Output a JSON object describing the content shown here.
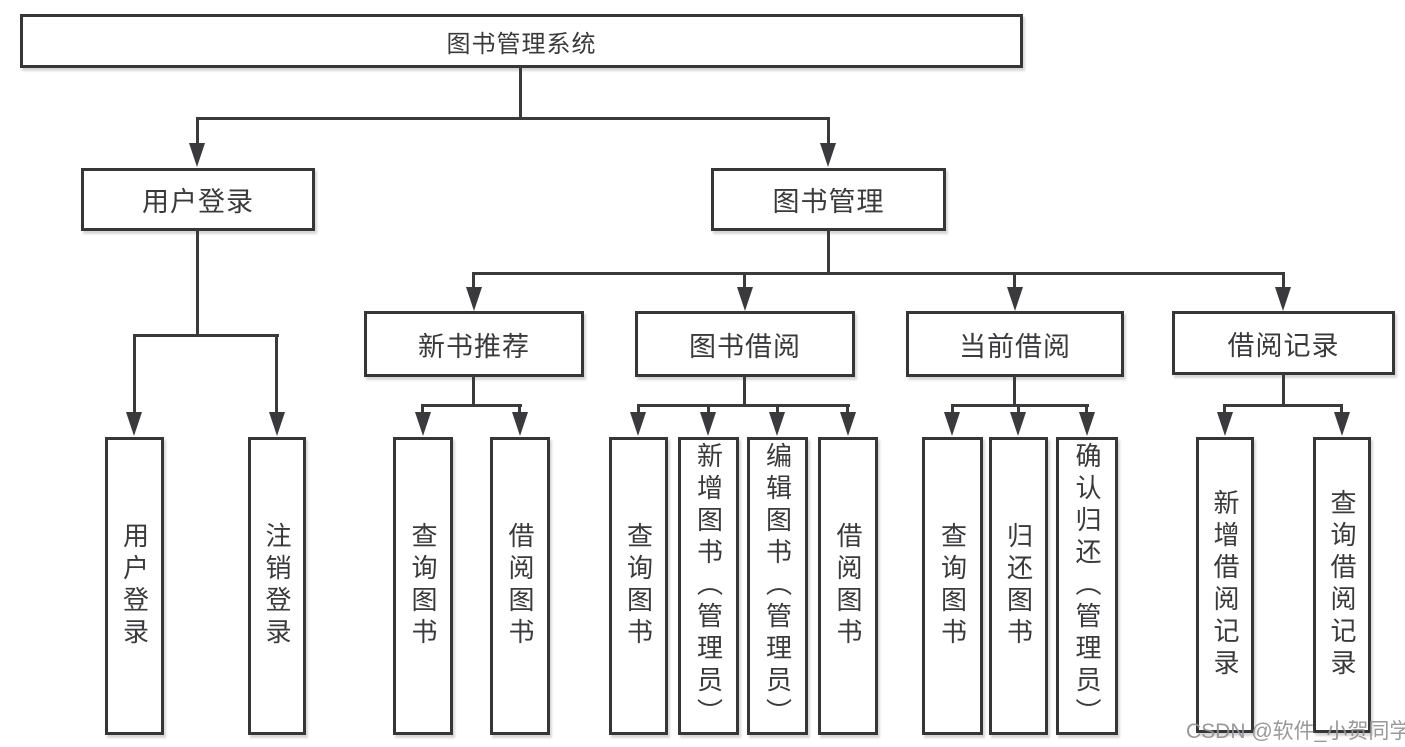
{
  "colors": {
    "background": "#ffffff",
    "line": "#3a3a3c",
    "box_border": "#363638",
    "text": "#3a3a3c",
    "watermark": "#949496"
  },
  "watermark": {
    "text": "CSDN @软件_小贺同学"
  },
  "tree": {
    "root": {
      "label": "图书管理系统",
      "children": [
        {
          "label": "用户登录",
          "children": [
            {
              "label": "用户登录"
            },
            {
              "label": "注销登录"
            }
          ]
        },
        {
          "label": "图书管理",
          "children": [
            {
              "label": "新书推荐",
              "children": [
                {
                  "label": "查询图书"
                },
                {
                  "label": "借阅图书"
                }
              ]
            },
            {
              "label": "图书借阅",
              "children": [
                {
                  "label": "查询图书"
                },
                {
                  "label": "新增图书（管理员）"
                },
                {
                  "label": "编辑图书（管理员）"
                },
                {
                  "label": "借阅图书"
                }
              ]
            },
            {
              "label": "当前借阅",
              "children": [
                {
                  "label": "查询图书"
                },
                {
                  "label": "归还图书"
                },
                {
                  "label": "确认归还（管理员）"
                }
              ]
            },
            {
              "label": "借阅记录",
              "children": [
                {
                  "label": "新增借阅记录"
                },
                {
                  "label": "查询借阅记录"
                }
              ]
            }
          ]
        }
      ]
    }
  }
}
